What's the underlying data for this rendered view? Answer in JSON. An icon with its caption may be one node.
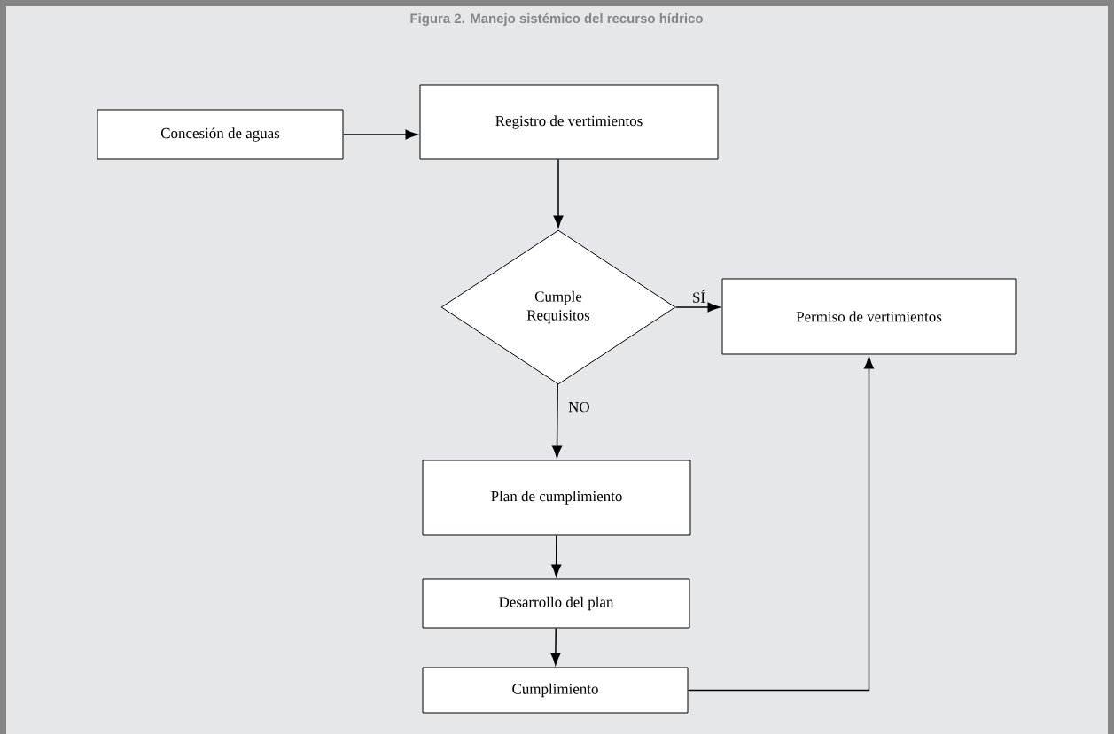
{
  "diagram": {
    "title": "Figura 2. Manejo sistémico del recurso hídrico",
    "nodes": [
      {
        "text": [
          "Concesión de aguas"
        ]
      },
      {
        "text": [
          "Registro de vertimientos"
        ]
      },
      {
        "text": [
          "Cumple Requisitos"
        ]
      },
      {
        "text": [
          "Permiso de vertimientos"
        ]
      },
      {
        "text": [
          "Plan de cumplimiento"
        ]
      },
      {
        "text": [
          "Desarrollo del plan"
        ]
      },
      {
        "text": [
          "Cumplimiento"
        ]
      }
    ],
    "edges": [
      {
        "from": 0,
        "to": 1,
        "arrow": "to"
      },
      {
        "from": 1,
        "to": 2,
        "arrow": "to"
      },
      {
        "from": 2,
        "to": 3,
        "arrow": "to",
        "label": "SÍ"
      },
      {
        "from": 2,
        "to": 4,
        "arrow": "to",
        "label": "NO"
      },
      {
        "from": 4,
        "to": 5,
        "arrow": "to"
      },
      {
        "from": 5,
        "to": 6,
        "arrow": "to"
      },
      {
        "from": 6,
        "to": 3,
        "arrow": "to"
      }
    ]
  }
}
